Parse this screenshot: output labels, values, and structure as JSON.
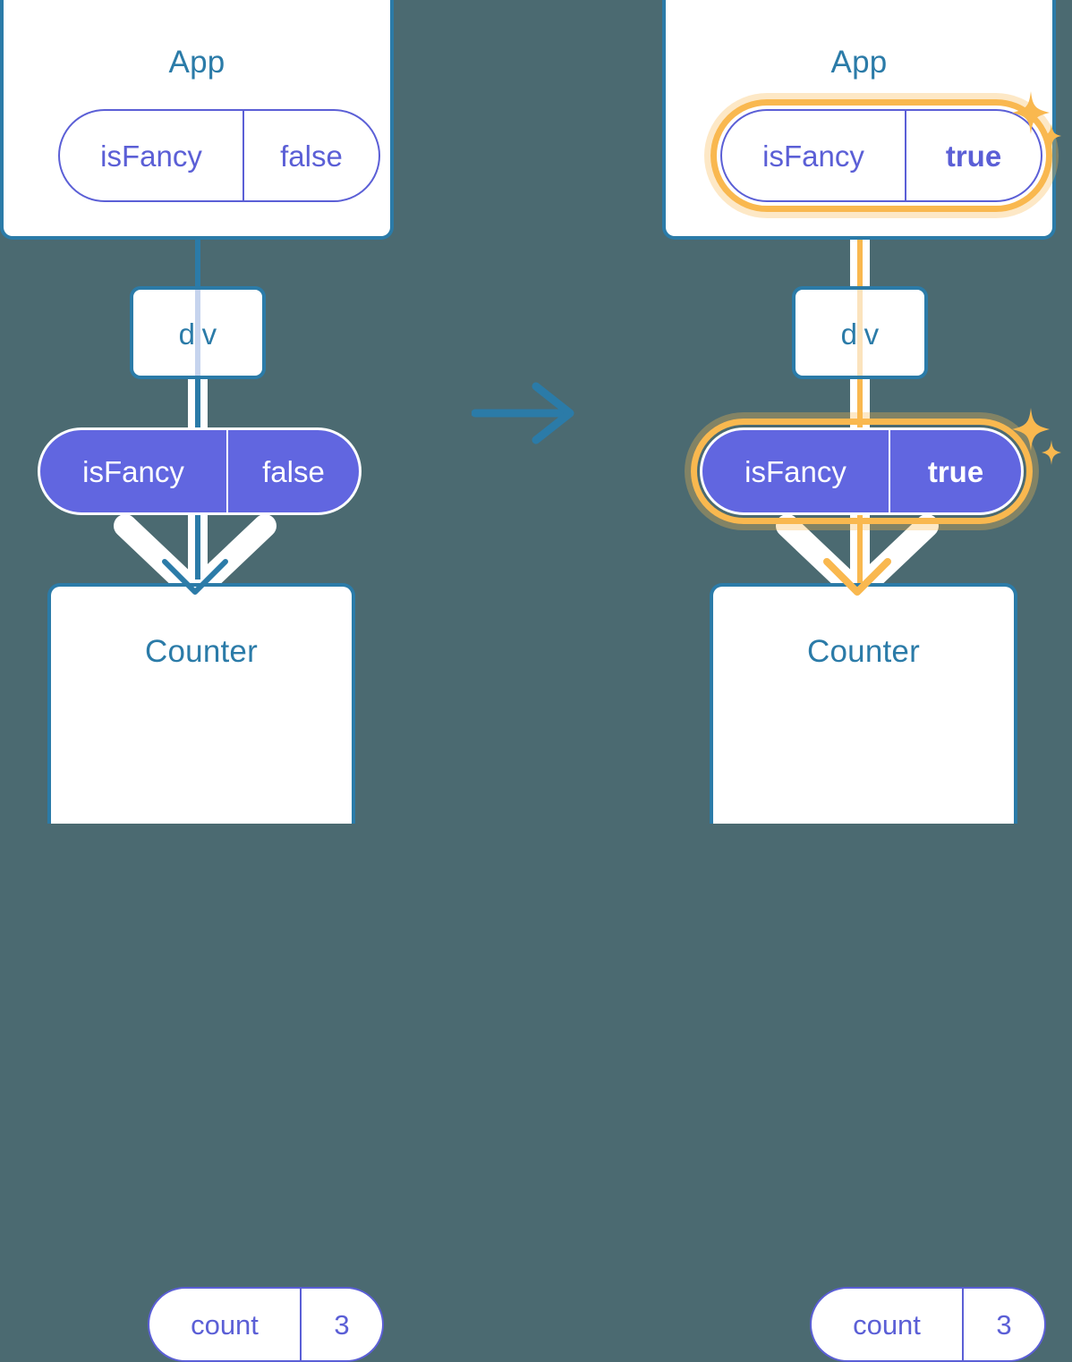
{
  "diagram": {
    "type": "react-state-propagation",
    "transition_icon": "right-arrow-icon",
    "colors": {
      "background": "#4b6a71",
      "box_border_blue": "#2b7ba8",
      "title_blue": "#2b7ba8",
      "pill_purple": "#6166e0",
      "pill_outline_purple": "#5b5fd6",
      "highlight_orange": "#f9b84f",
      "highlight_glow": "#fbe3bd",
      "wire_white": "#ffffff",
      "wire_blue_faint": "#c6d4ee"
    },
    "panels": [
      {
        "id": "before",
        "side": "left",
        "highlighted": false,
        "nodes": [
          {
            "id": "app",
            "kind": "component-box",
            "title": "App",
            "pill": {
              "style": "outline",
              "key": "isFancy",
              "value": "false",
              "value_bold": false,
              "highlighted": false,
              "sparkles": false
            }
          },
          {
            "id": "div",
            "kind": "element-box",
            "title": "div",
            "pill": null
          },
          {
            "id": "prop",
            "kind": "prop-pill",
            "title": null,
            "pill": {
              "style": "solid",
              "key": "isFancy",
              "value": "false",
              "value_bold": false,
              "highlighted": false,
              "sparkles": false
            }
          },
          {
            "id": "counter",
            "kind": "component-box",
            "title": "Counter",
            "pill": {
              "style": "outline",
              "key": "count",
              "value": "3",
              "value_bold": false,
              "highlighted": false,
              "sparkles": false
            }
          }
        ],
        "wire_color": "#2b7ba8",
        "arrow_color": "#2b7ba8"
      },
      {
        "id": "after",
        "side": "right",
        "highlighted": true,
        "nodes": [
          {
            "id": "app",
            "kind": "component-box",
            "title": "App",
            "pill": {
              "style": "outline",
              "key": "isFancy",
              "value": "true",
              "value_bold": true,
              "highlighted": true,
              "sparkles": true
            }
          },
          {
            "id": "div",
            "kind": "element-box",
            "title": "div",
            "pill": null
          },
          {
            "id": "prop",
            "kind": "prop-pill",
            "title": null,
            "pill": {
              "style": "solid",
              "key": "isFancy",
              "value": "true",
              "value_bold": true,
              "highlighted": true,
              "sparkles": true
            }
          },
          {
            "id": "counter",
            "kind": "component-box",
            "title": "Counter",
            "pill": {
              "style": "outline",
              "key": "count",
              "value": "3",
              "value_bold": false,
              "highlighted": false,
              "sparkles": false
            }
          }
        ],
        "wire_color": "#f9b84f",
        "arrow_color": "#f9b84f"
      }
    ]
  },
  "left": {
    "app_title": "App",
    "app_key": "isFancy",
    "app_value": "false",
    "div_title": "div",
    "prop_key": "isFancy",
    "prop_value": "false",
    "counter_title": "Counter",
    "counter_key": "count",
    "counter_value": "3"
  },
  "right": {
    "app_title": "App",
    "app_key": "isFancy",
    "app_value": "true",
    "div_title": "div",
    "prop_key": "isFancy",
    "prop_value": "true",
    "counter_title": "Counter",
    "counter_key": "count",
    "counter_value": "3"
  }
}
